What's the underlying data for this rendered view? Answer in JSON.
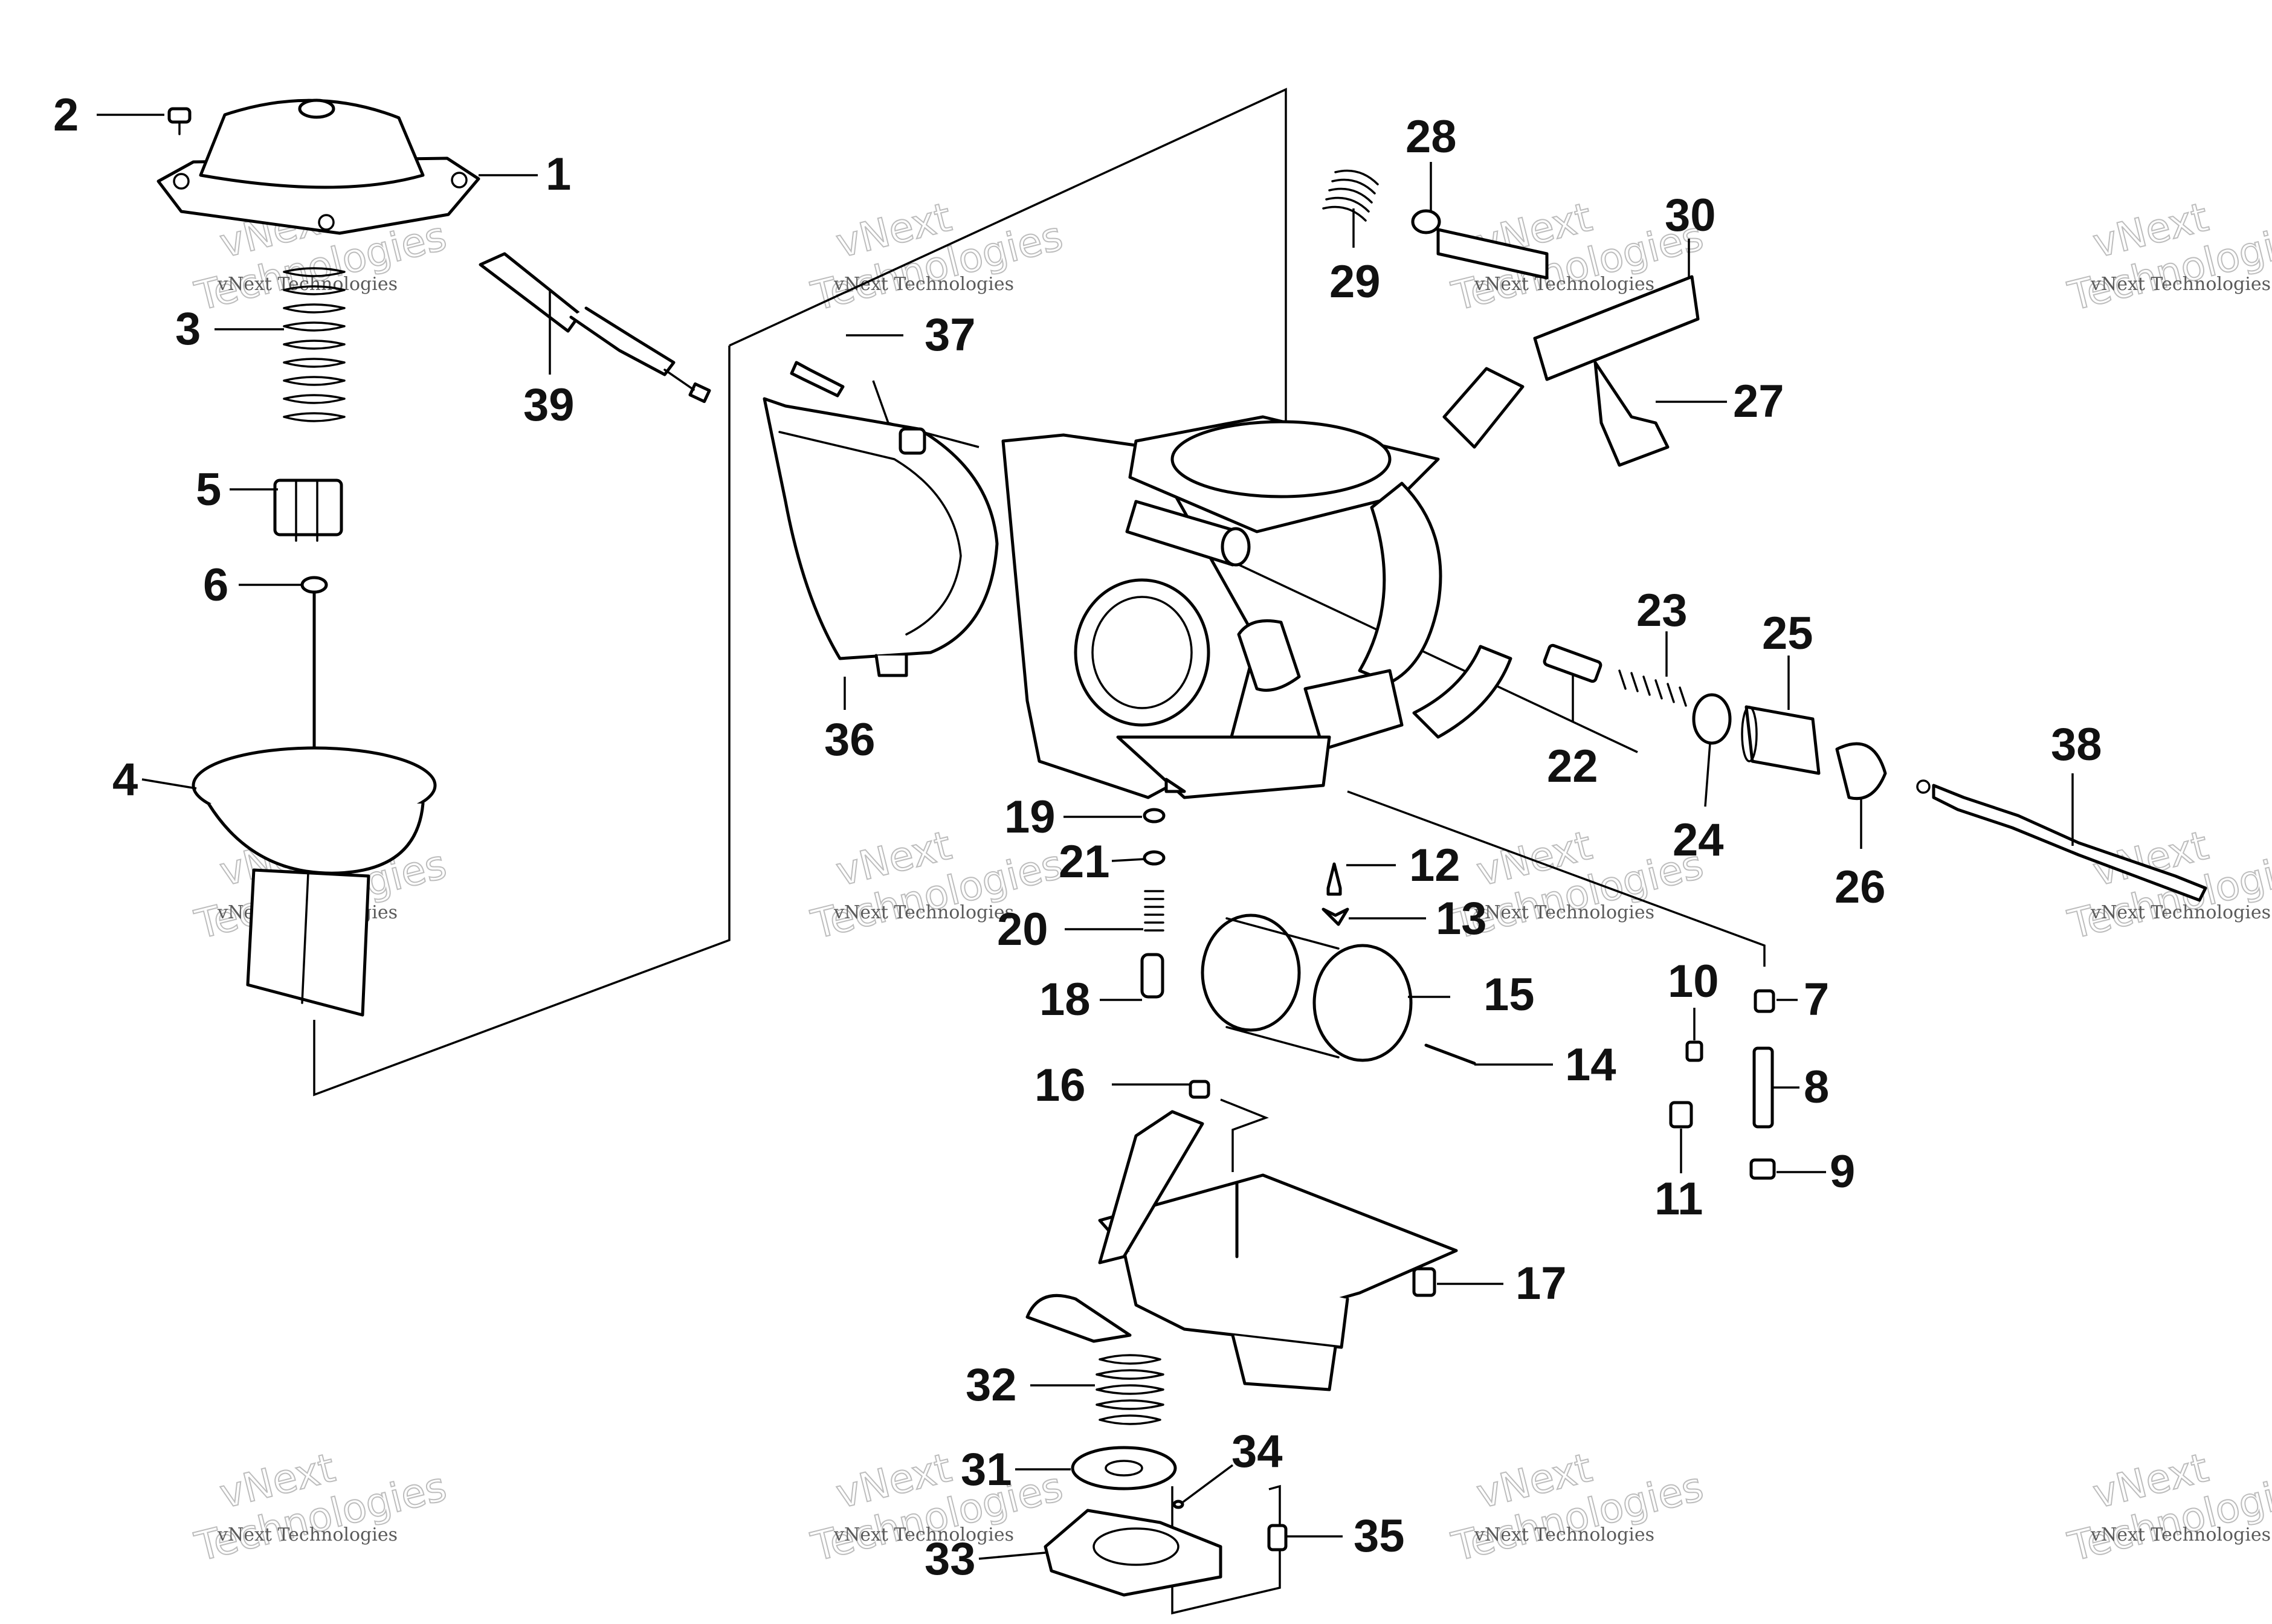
{
  "watermark": {
    "line1": "vNext",
    "line2": "Technologies",
    "full": "vNext Technologies"
  },
  "callouts": [
    {
      "id": "1",
      "label": "1"
    },
    {
      "id": "2",
      "label": "2"
    },
    {
      "id": "3",
      "label": "3"
    },
    {
      "id": "4",
      "label": "4"
    },
    {
      "id": "5",
      "label": "5"
    },
    {
      "id": "6",
      "label": "6"
    },
    {
      "id": "7",
      "label": "7"
    },
    {
      "id": "8",
      "label": "8"
    },
    {
      "id": "9",
      "label": "9"
    },
    {
      "id": "10",
      "label": "10"
    },
    {
      "id": "11",
      "label": "11"
    },
    {
      "id": "12",
      "label": "12"
    },
    {
      "id": "13",
      "label": "13"
    },
    {
      "id": "14",
      "label": "14"
    },
    {
      "id": "15",
      "label": "15"
    },
    {
      "id": "16",
      "label": "16"
    },
    {
      "id": "17",
      "label": "17"
    },
    {
      "id": "18",
      "label": "18"
    },
    {
      "id": "19",
      "label": "19"
    },
    {
      "id": "20",
      "label": "20"
    },
    {
      "id": "21",
      "label": "21"
    },
    {
      "id": "22",
      "label": "22"
    },
    {
      "id": "23",
      "label": "23"
    },
    {
      "id": "24",
      "label": "24"
    },
    {
      "id": "25",
      "label": "25"
    },
    {
      "id": "26",
      "label": "26"
    },
    {
      "id": "27",
      "label": "27"
    },
    {
      "id": "28",
      "label": "28"
    },
    {
      "id": "29",
      "label": "29"
    },
    {
      "id": "30",
      "label": "30"
    },
    {
      "id": "31",
      "label": "31"
    },
    {
      "id": "32",
      "label": "32"
    },
    {
      "id": "33",
      "label": "33"
    },
    {
      "id": "34",
      "label": "34"
    },
    {
      "id": "35",
      "label": "35"
    },
    {
      "id": "36",
      "label": "36"
    },
    {
      "id": "37",
      "label": "37"
    },
    {
      "id": "38",
      "label": "38"
    },
    {
      "id": "39",
      "label": "39"
    }
  ]
}
